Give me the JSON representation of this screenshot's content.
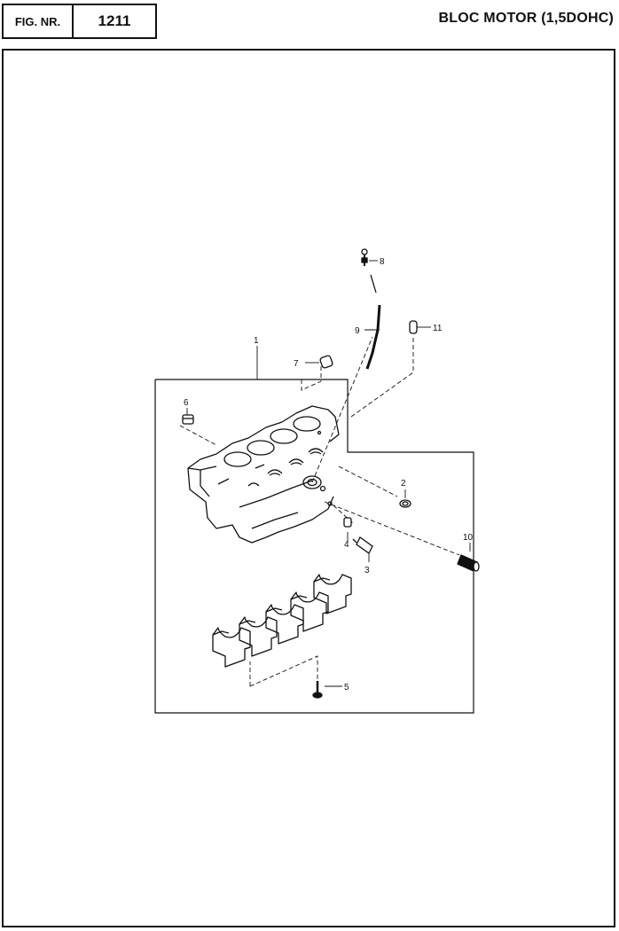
{
  "header": {
    "fig_label": "FIG. NR.",
    "fig_number": "1211",
    "title": "BLOC MOTOR (1,5DOHC)"
  },
  "diagram": {
    "part_callouts": [
      "1",
      "2",
      "3",
      "4",
      "5",
      "6",
      "7",
      "8",
      "9",
      "10",
      "11"
    ]
  }
}
